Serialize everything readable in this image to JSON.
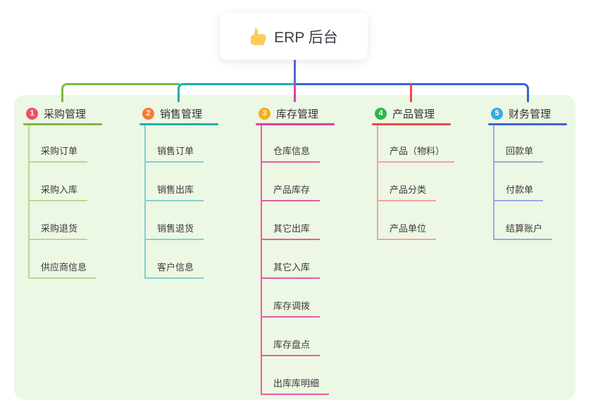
{
  "root": {
    "title": "ERP 后台",
    "icon": "thumbs-up-icon",
    "line_color": "#5468d2"
  },
  "canvas": {
    "background": "#ffffff",
    "panel_color": "#ecf7e4"
  },
  "branches": [
    {
      "badge": "1",
      "label": "采购管理",
      "badge_color": "#ef4e66",
      "line_color": "#7cba3d",
      "child_line_color": "#b5da8c",
      "children": [
        "采购订单",
        "采购入库",
        "采购退货",
        "供应商信息"
      ]
    },
    {
      "badge": "2",
      "label": "销售管理",
      "badge_color": "#f97a35",
      "line_color": "#14b3a6",
      "child_line_color": "#7fd2ca",
      "children": [
        "销售订单",
        "销售出库",
        "销售退货",
        "客户信息"
      ]
    },
    {
      "badge": "3",
      "label": "库存管理",
      "badge_color": "#fbac14",
      "line_color": "#de3f9f",
      "child_line_color": "#e75aa5",
      "children": [
        "仓库信息",
        "产品库存",
        "其它出库",
        "其它入库",
        "库存调拨",
        "库存盘点",
        "出库库明细"
      ]
    },
    {
      "badge": "4",
      "label": "产品管理",
      "badge_color": "#2eb54d",
      "line_color": "#ef4848",
      "child_line_color": "#f5a2a2",
      "children": [
        "产品（物料）",
        "产品分类",
        "产品单位"
      ]
    },
    {
      "badge": "5",
      "label": "财务管理",
      "badge_color": "#36a9e1",
      "line_color": "#3e61d8",
      "child_line_color": "#98abe2",
      "children": [
        "回款单",
        "付款单",
        "结算账户"
      ]
    }
  ]
}
